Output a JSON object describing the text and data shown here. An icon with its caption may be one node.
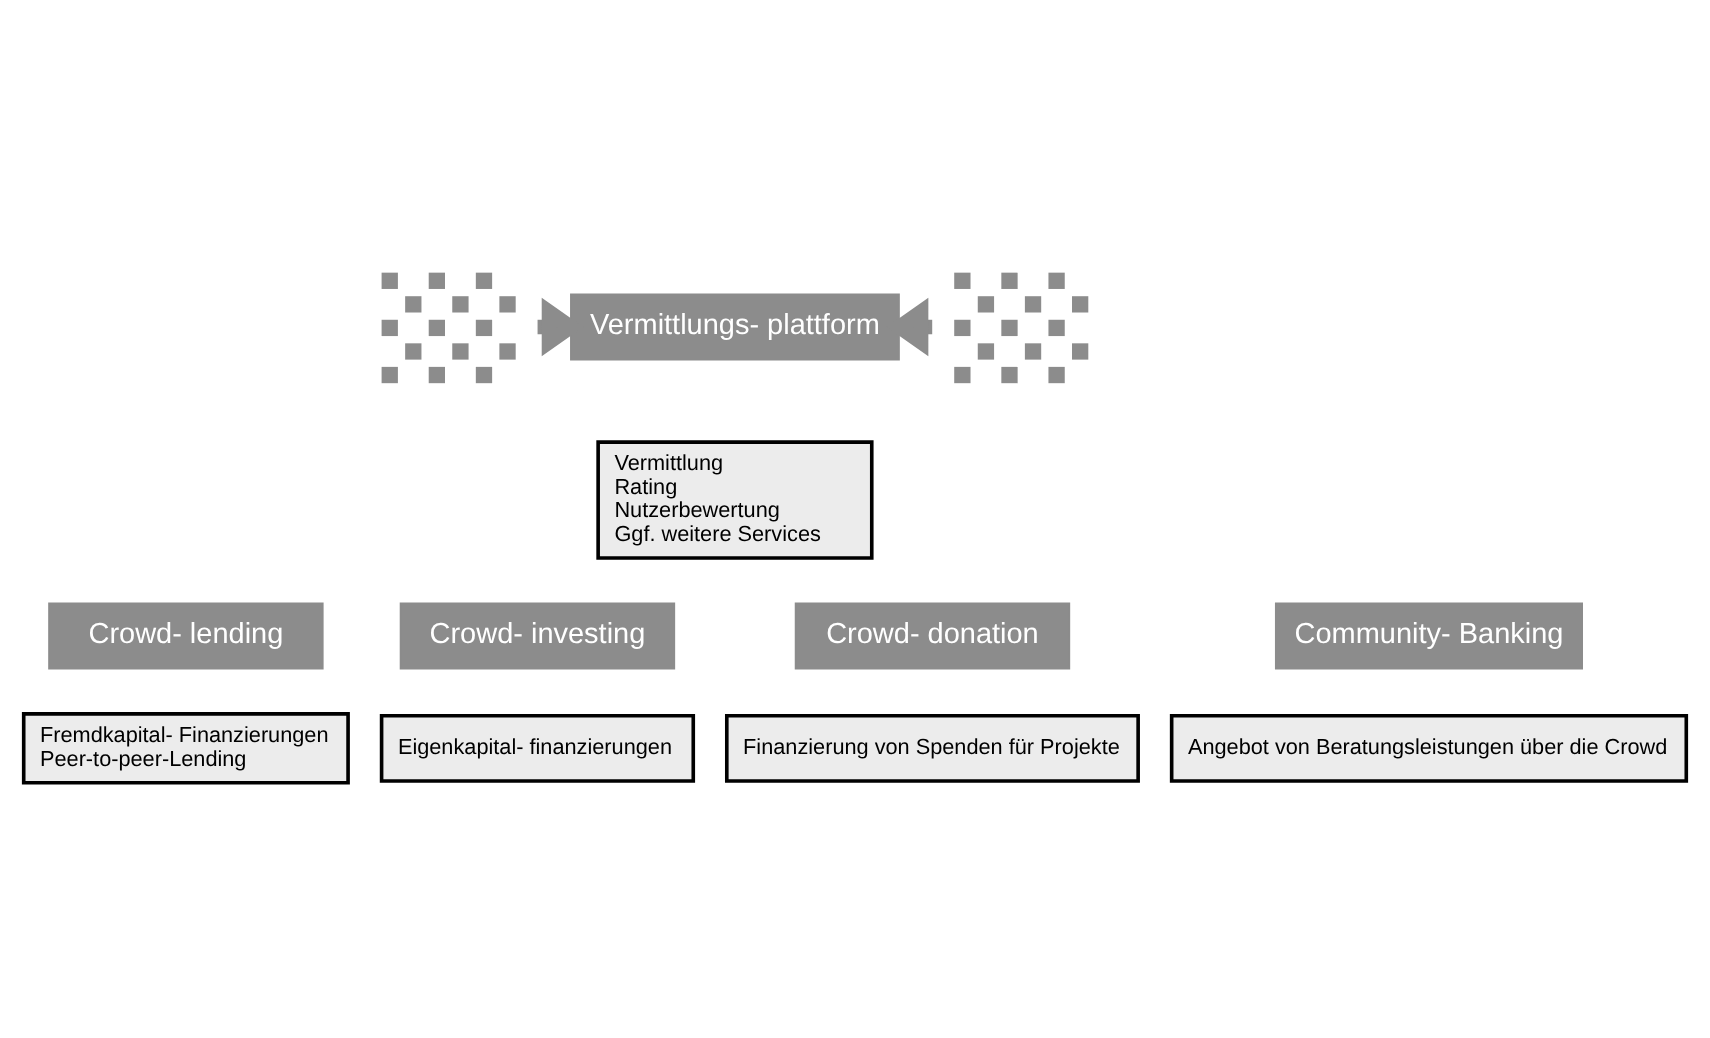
{
  "diagram": {
    "nodes": [
      {
        "text": [],
        "shape": "picture"
      },
      {
        "text": [
          "Vermittlungs- plattform"
        ]
      },
      {
        "text": [],
        "shape": "picture"
      },
      {
        "text": [
          "Vermittlung",
          "Rating",
          "Nutzerbewertung",
          "Ggf. weitere Services"
        ]
      },
      {
        "text": [
          "Crowd- lending"
        ]
      },
      {
        "text": [
          "Crowd- investing"
        ]
      },
      {
        "text": [
          "Crowd- donation"
        ]
      },
      {
        "text": [
          "Community- Banking"
        ]
      },
      {
        "text": [
          "Fremdkapital- Finanzierungen",
          "Peer-to-peer-Lending"
        ]
      },
      {
        "text": [
          "Eigenkapital- finanzierungen"
        ]
      },
      {
        "text": [
          "Finanzierung von Spenden für Projekte"
        ]
      },
      {
        "text": [
          "Angebot von Beratungsleistungen über die Crowd"
        ]
      }
    ],
    "edges": [
      {
        "from": 0,
        "to": 1,
        "arrow": "to"
      },
      {
        "from": 2,
        "to": 1,
        "arrow": "to"
      }
    ]
  }
}
